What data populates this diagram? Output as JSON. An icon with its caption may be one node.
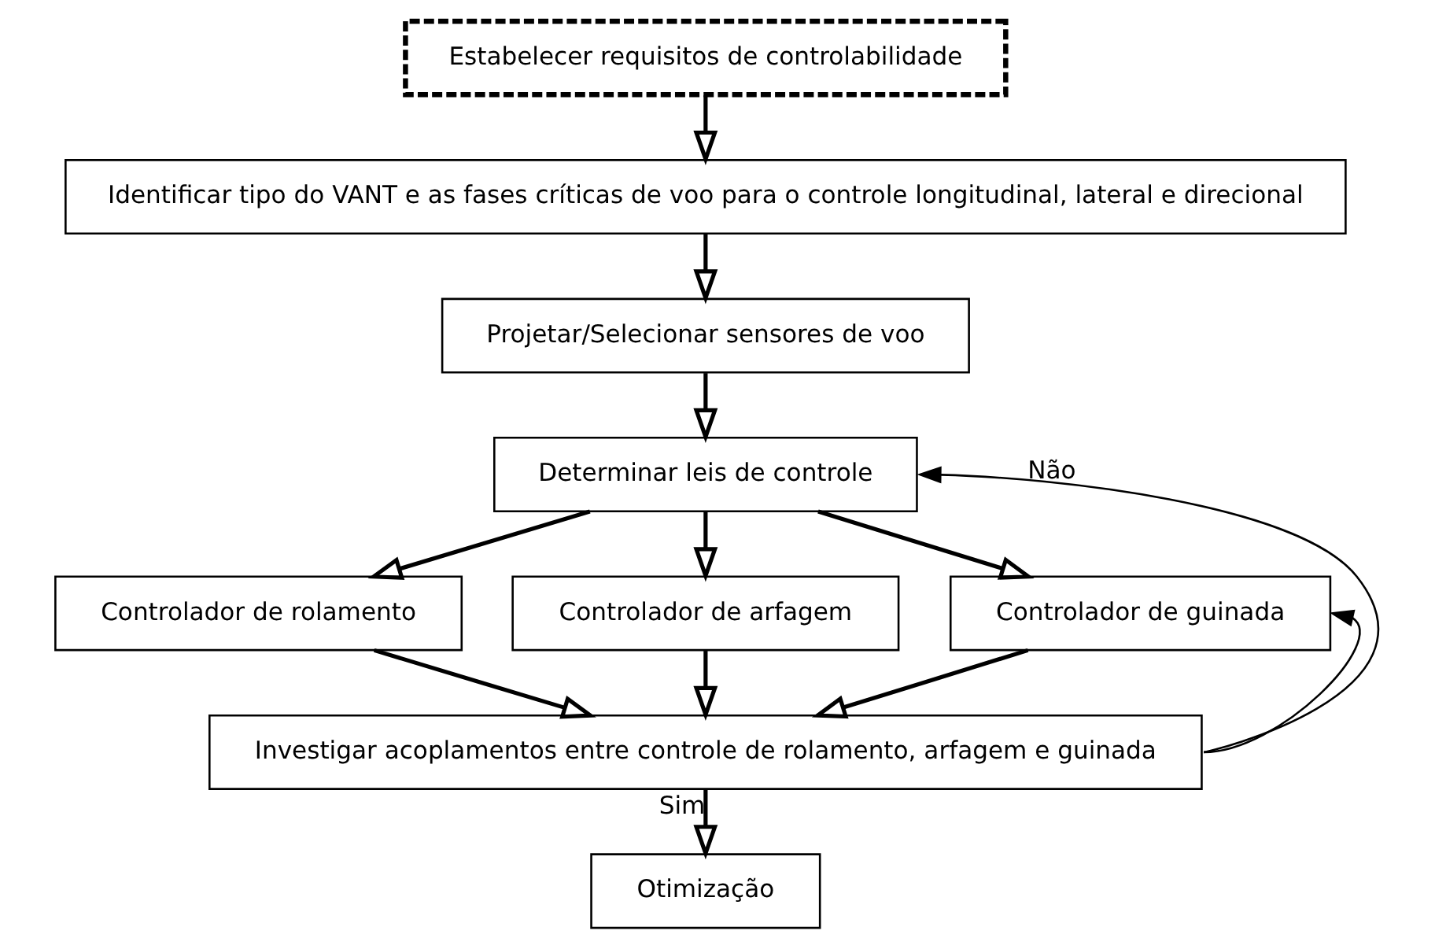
{
  "diagram": {
    "nodes": [
      {
        "text": [
          "Estabelecer requisitos de controlabilidade"
        ]
      },
      {
        "text": [
          "Identificar tipo do VANT e as fases críticas de voo para o controle longitudinal, lateral e direcional"
        ]
      },
      {
        "text": [
          "Projetar/Selecionar sensores de voo"
        ]
      },
      {
        "text": [
          "Determinar leis de controle"
        ]
      },
      {
        "text": [
          "Controlador de rolamento"
        ]
      },
      {
        "text": [
          "Controlador de arfagem"
        ]
      },
      {
        "text": [
          "Controlador de guinada"
        ]
      },
      {
        "text": [
          "Investigar acoplamentos entre controle de rolamento, arfagem e guinada"
        ]
      },
      {
        "text": [
          "Otimização"
        ]
      }
    ],
    "edges": [
      {
        "from": 0,
        "to": 1,
        "arrow": "to"
      },
      {
        "from": 1,
        "to": 2,
        "arrow": "to"
      },
      {
        "from": 2,
        "to": 3,
        "arrow": "to"
      },
      {
        "from": 3,
        "to": 4,
        "arrow": "to"
      },
      {
        "from": 3,
        "to": 5,
        "arrow": "to"
      },
      {
        "from": 3,
        "to": 6,
        "arrow": "to"
      },
      {
        "from": 4,
        "to": 7,
        "arrow": "to"
      },
      {
        "from": 5,
        "to": 7,
        "arrow": "to"
      },
      {
        "from": 6,
        "to": 7,
        "arrow": "to"
      },
      {
        "from": 7,
        "to": 8,
        "label": "Sim",
        "arrow": "to"
      },
      {
        "from": 7,
        "to": 3,
        "label": "Não",
        "arrow": "to"
      },
      {
        "from": 7,
        "to": 6,
        "arrow": "to"
      }
    ]
  }
}
